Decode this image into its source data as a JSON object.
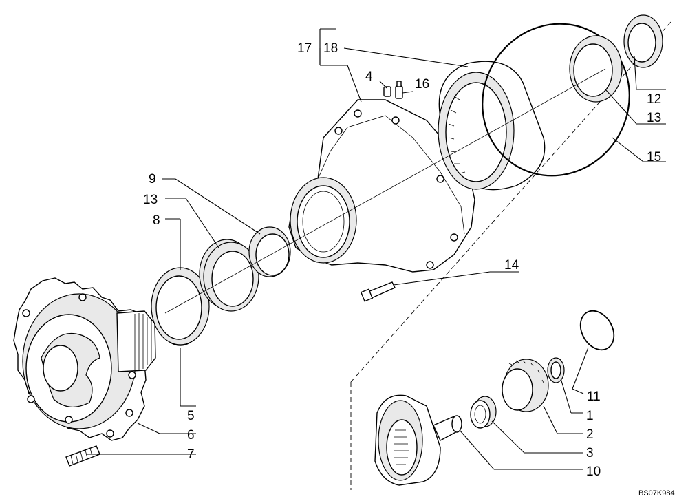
{
  "drawing_code": "BS07K984",
  "labels": {
    "l1": "1",
    "l2": "2",
    "l3": "3",
    "l4": "4",
    "l5": "5",
    "l6": "6",
    "l7": "7",
    "l8": "8",
    "l9": "9",
    "l10": "10",
    "l11": "11",
    "l12": "12",
    "l13a": "13",
    "l13b": "13",
    "l14": "14",
    "l15": "15",
    "l16": "16",
    "l17": "17",
    "l18": "18"
  }
}
